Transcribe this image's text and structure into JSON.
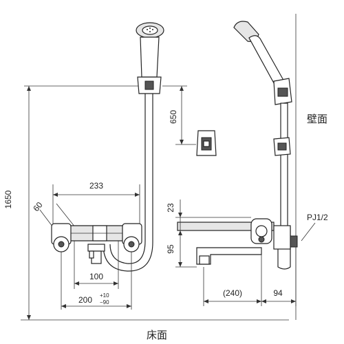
{
  "labels": {
    "wall": "壁面",
    "floor": "床面",
    "pipe": "PJ1/2"
  },
  "dimensions": {
    "total_height": "1650",
    "holder_height": "650",
    "width_233": "233",
    "angle_60": "60",
    "spout_100": "100",
    "span_200": "200",
    "tol_plus": "+10",
    "tol_minus": "−90",
    "top_23": "23",
    "drop_95": "95",
    "reach_240": "(240)",
    "depth_94": "94"
  },
  "colors": {
    "line": "#333333",
    "body_fill": "#e6e6e6",
    "dark_part": "#555555"
  }
}
